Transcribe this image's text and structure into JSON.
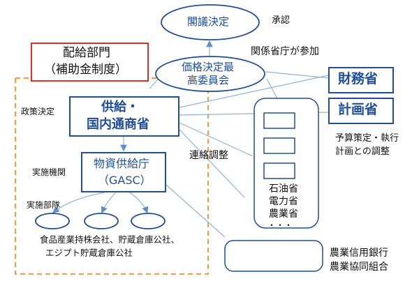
{
  "nodes": {
    "cabinet_decision": "閣議決定",
    "approval": "承認",
    "distribution_division": [
      "配給部門",
      "（補助金制度）"
    ],
    "related_ministries_participate": "関係省庁が参加",
    "price_committee": [
      "価格決定最",
      "高委員会"
    ],
    "finance_ministry": "財務省",
    "planning_ministry": "計画省",
    "budget_note": [
      "予算策定・執行",
      "計画との調整"
    ],
    "policy_decision": "政策決定",
    "supply_ministry": [
      "供給・",
      "国内通商省"
    ],
    "liaison": "連絡調整",
    "implementing_agency_label": "実施機関",
    "gasc": [
      "物資供給庁",
      "（GASC）"
    ],
    "implementing_units_label": "実施部隊",
    "ministries_stack": [
      "石油省",
      "電力省",
      "農業省",
      "・・・"
    ],
    "companies": [
      "食品産業持株会社、貯蔵倉庫公社、",
      "エジプト貯蔵倉庫公社"
    ],
    "banks": [
      "農業信用銀行",
      "農業協同組合"
    ]
  },
  "colors": {
    "accent_blue": "#1f4e9a",
    "line_blue": "#8fb3d9",
    "dashed_orange": "#f0a043",
    "red_border": "#d9322b"
  }
}
